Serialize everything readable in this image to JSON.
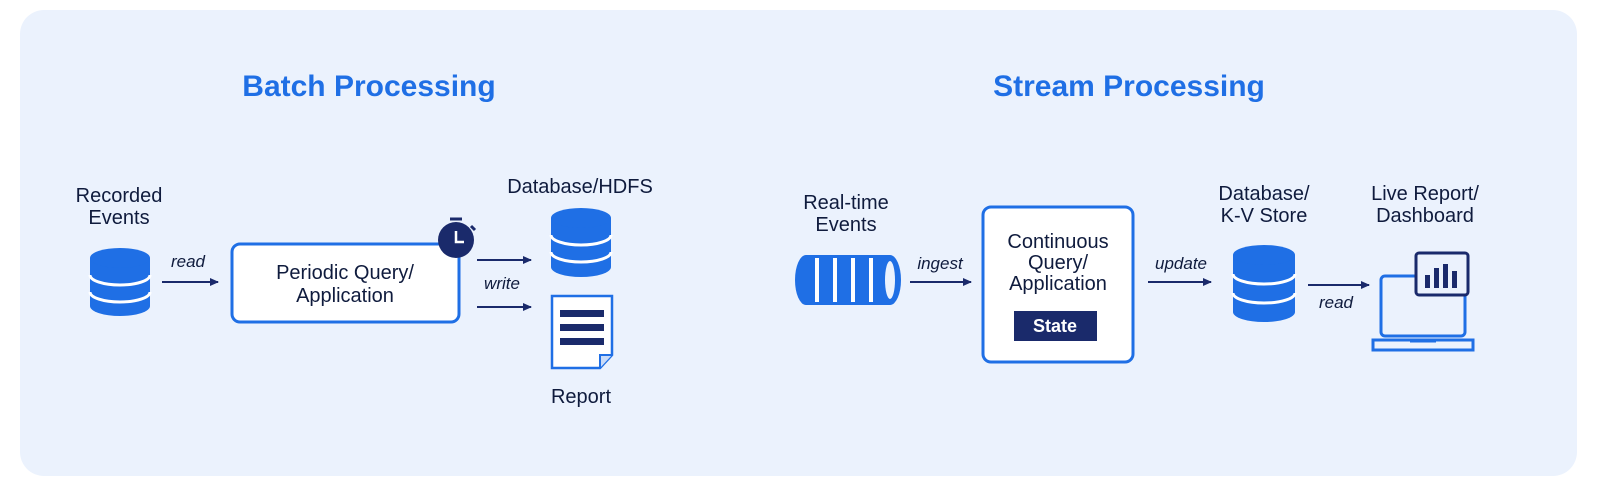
{
  "colors": {
    "background": "#ebf2fd",
    "accent": "#1f6fe5",
    "dark": "#1a2a6b",
    "text": "#0f1b3d"
  },
  "batch": {
    "title": "Batch Processing",
    "source_line1": "Recorded",
    "source_line2": "Events",
    "read_label": "read",
    "process_line1": "Periodic Query/",
    "process_line2": "Application",
    "write_label": "write",
    "db_label": "Database/HDFS",
    "report_label": "Report",
    "timer_icon": "timer-icon"
  },
  "stream": {
    "title": "Stream Processing",
    "source_line1": "Real-time",
    "source_line2": "Events",
    "ingest_label": "ingest",
    "process_line1": "Continuous",
    "process_line2": "Query/",
    "process_line3": "Application",
    "state_label": "State",
    "update_label": "update",
    "db_line1": "Database/",
    "db_line2": "K-V Store",
    "read_label": "read",
    "output_line1": "Live Report/",
    "output_line2": "Dashboard"
  }
}
